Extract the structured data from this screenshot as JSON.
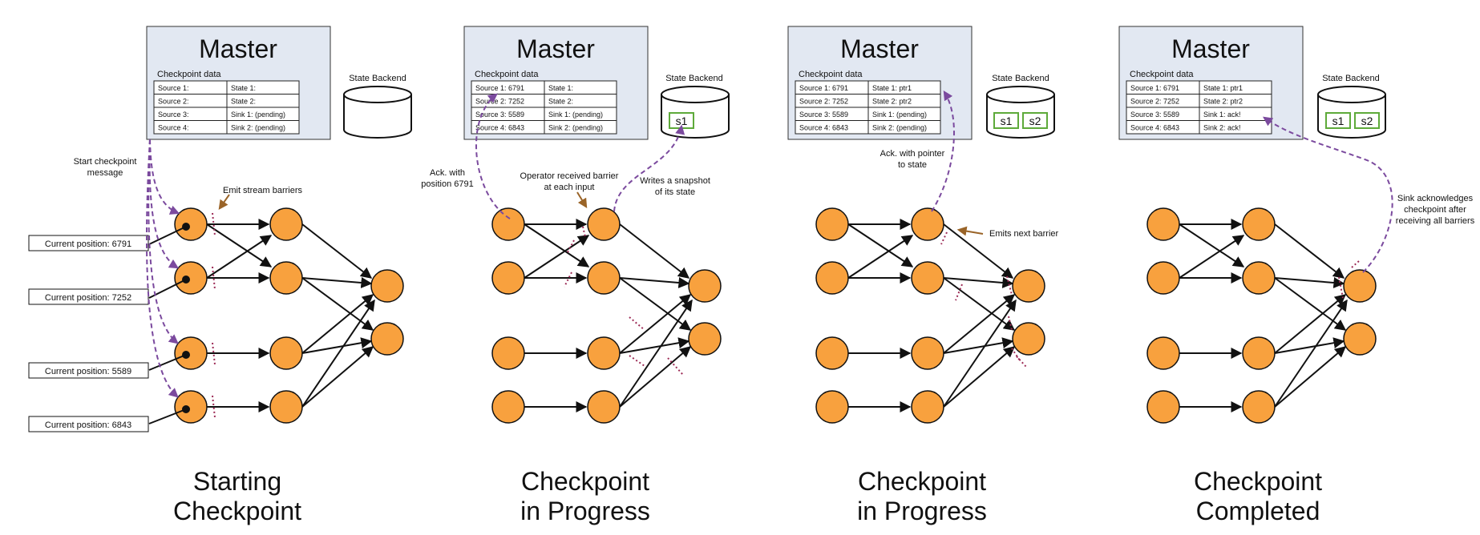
{
  "colors": {
    "master_bg": "#e2e8f2",
    "node_fill": "#f8a13e",
    "purple_arrow": "#7b4a9e",
    "brown_arrow": "#9a6428",
    "barrier": "#9c2a55",
    "snapshot_border": "#5eaa3a"
  },
  "common": {
    "master_title": "Master",
    "checkpoint_data_label": "Checkpoint data",
    "state_backend_label": "State Backend"
  },
  "panels": [
    {
      "caption_line1": "Starting",
      "caption_line2": "Checkpoint",
      "table": [
        [
          "Source 1:",
          "State 1:"
        ],
        [
          "Source 2:",
          "State 2:"
        ],
        [
          "Source 3:",
          "Sink 1: (pending)"
        ],
        [
          "Source 4:",
          "Sink 2: (pending)"
        ]
      ],
      "snapshots": [],
      "annotations": [
        {
          "line1": "Start checkpoint",
          "line2": "message"
        },
        {
          "line1": "Emit stream barriers",
          "line2": ""
        }
      ],
      "positions": [
        "Current position: 6791",
        "Current position: 7252",
        "Current position: 5589",
        "Current position: 6843"
      ]
    },
    {
      "caption_line1": "Checkpoint",
      "caption_line2": "in Progress",
      "table": [
        [
          "Source 1: 6791",
          "State 1:"
        ],
        [
          "Source 2: 7252",
          "State 2:"
        ],
        [
          "Source 3: 5589",
          "Sink 1: (pending)"
        ],
        [
          "Source 4: 6843",
          "Sink 2: (pending)"
        ]
      ],
      "snapshots": [
        "s1"
      ],
      "annotations": [
        {
          "line1": "Ack. with",
          "line2": "position 6791"
        },
        {
          "line1": "Operator received barrier",
          "line2": "at each input"
        },
        {
          "line1": "Writes a snapshot",
          "line2": "of its state"
        }
      ],
      "positions": []
    },
    {
      "caption_line1": "Checkpoint",
      "caption_line2": "in Progress",
      "table": [
        [
          "Source 1: 6791",
          "State 1: ptr1"
        ],
        [
          "Source 2: 7252",
          "State 2: ptr2"
        ],
        [
          "Source 3: 5589",
          "Sink 1: (pending)"
        ],
        [
          "Source 4: 6843",
          "Sink 2: (pending)"
        ]
      ],
      "snapshots": [
        "s1",
        "s2"
      ],
      "annotations": [
        {
          "line1": "Ack. with pointer",
          "line2": "to state"
        },
        {
          "line1": "Emits next barrier",
          "line2": ""
        }
      ],
      "positions": []
    },
    {
      "caption_line1": "Checkpoint",
      "caption_line2": "Completed",
      "table": [
        [
          "Source 1: 6791",
          "State 1: ptr1"
        ],
        [
          "Source 2: 7252",
          "State 2: ptr2"
        ],
        [
          "Source 3: 5589",
          "Sink 1: ack!"
        ],
        [
          "Source 4: 6843",
          "Sink 2: ack!"
        ]
      ],
      "snapshots": [
        "s1",
        "s2"
      ],
      "annotations": [
        {
          "line1": "Sink acknowledges",
          "line2": "checkpoint after",
          "line3": "receiving all barriers"
        }
      ],
      "positions": []
    }
  ]
}
